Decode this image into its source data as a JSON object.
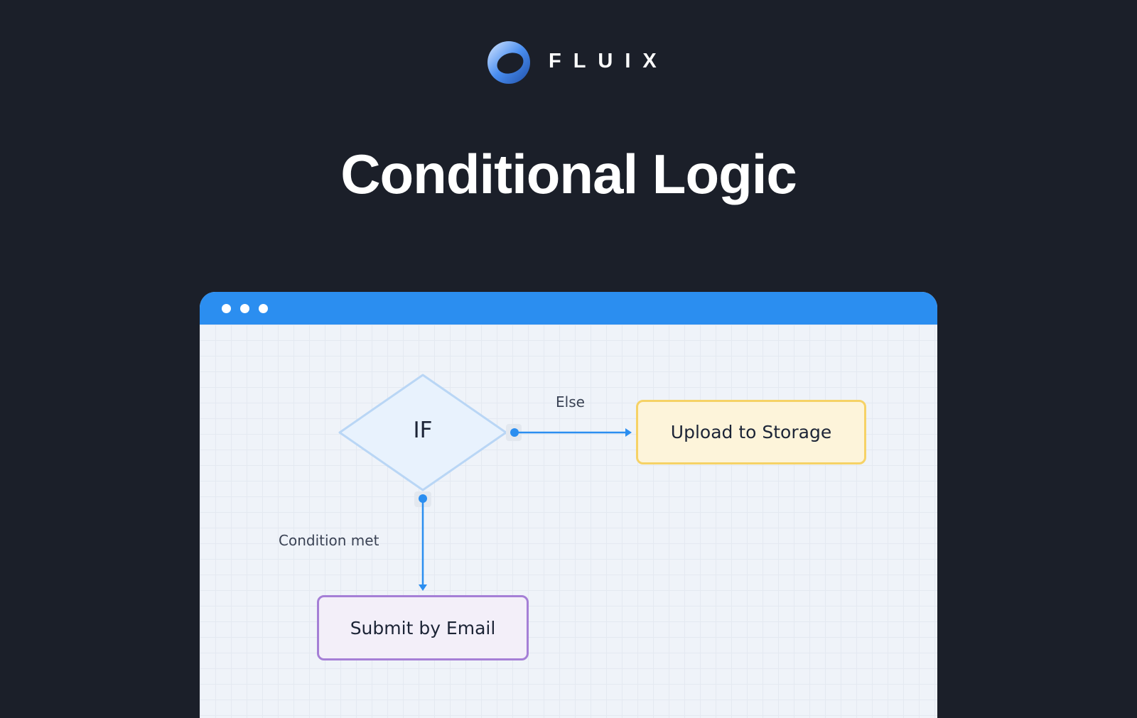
{
  "brand": {
    "name": "FLUIX",
    "logo_icon": "fluix-ring-logo"
  },
  "page_title": "Conditional Logic",
  "window": {
    "titlebar_color": "#2b8ef0",
    "controls": [
      "dot",
      "dot",
      "dot"
    ]
  },
  "diagram": {
    "decision": {
      "label": "IF"
    },
    "edges": {
      "else_label": "Else",
      "condition_label": "Condition met"
    },
    "nodes": {
      "upload": {
        "label": "Upload to Storage",
        "color": "#f6d266"
      },
      "email": {
        "label": "Submit by Email",
        "color": "#a57fd6"
      }
    },
    "accent": "#2b8ef0"
  }
}
